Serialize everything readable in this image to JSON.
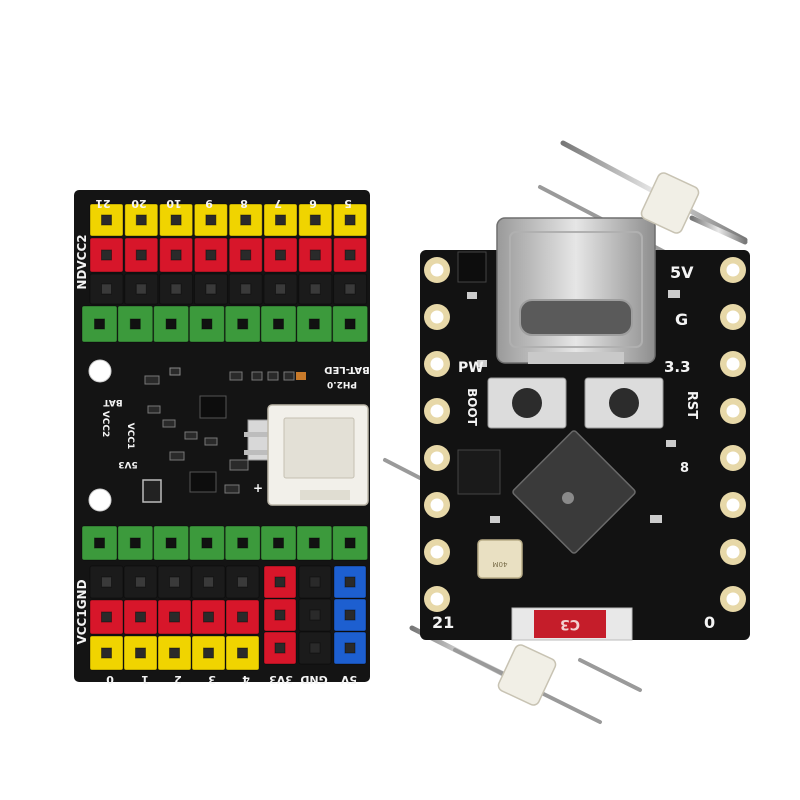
{
  "left_board": {
    "top_pin_labels": [
      "21",
      "20",
      "10",
      "9",
      "8",
      "7",
      "6",
      "5"
    ],
    "bottom_pin_labels": [
      "0",
      "1",
      "2",
      "3",
      "4",
      "3V3",
      "GND",
      "5V"
    ],
    "side_label_top": "NDVCC2",
    "side_label_bottom": "VCC1GND",
    "silk_bat_led": "BAT-LED",
    "silk_bat": "BAT",
    "silk_vcc2": "VCC2",
    "silk_vcc1": "VCC1",
    "silk_5v3": "5V3",
    "silk_connector": "PH2.0",
    "silk_plus": "+"
  },
  "right_board": {
    "label_5v": "5V",
    "label_g": "G",
    "label_33": "3.3",
    "label_rst": "RST",
    "label_pw": "PW",
    "label_boot": "BOOT",
    "label_8": "8",
    "label_21": "21",
    "label_0": "0",
    "antenna_label": "C3",
    "crystal_label": "40M"
  },
  "colors": {
    "pcb": "#141414",
    "yellow_header": "#f0d400",
    "red_header": "#d7162a",
    "black_header": "#1b1b1b",
    "green_terminal": "#3c9a3c",
    "blue_header": "#1d5fd0",
    "pad_gold": "#e7d8a8"
  }
}
